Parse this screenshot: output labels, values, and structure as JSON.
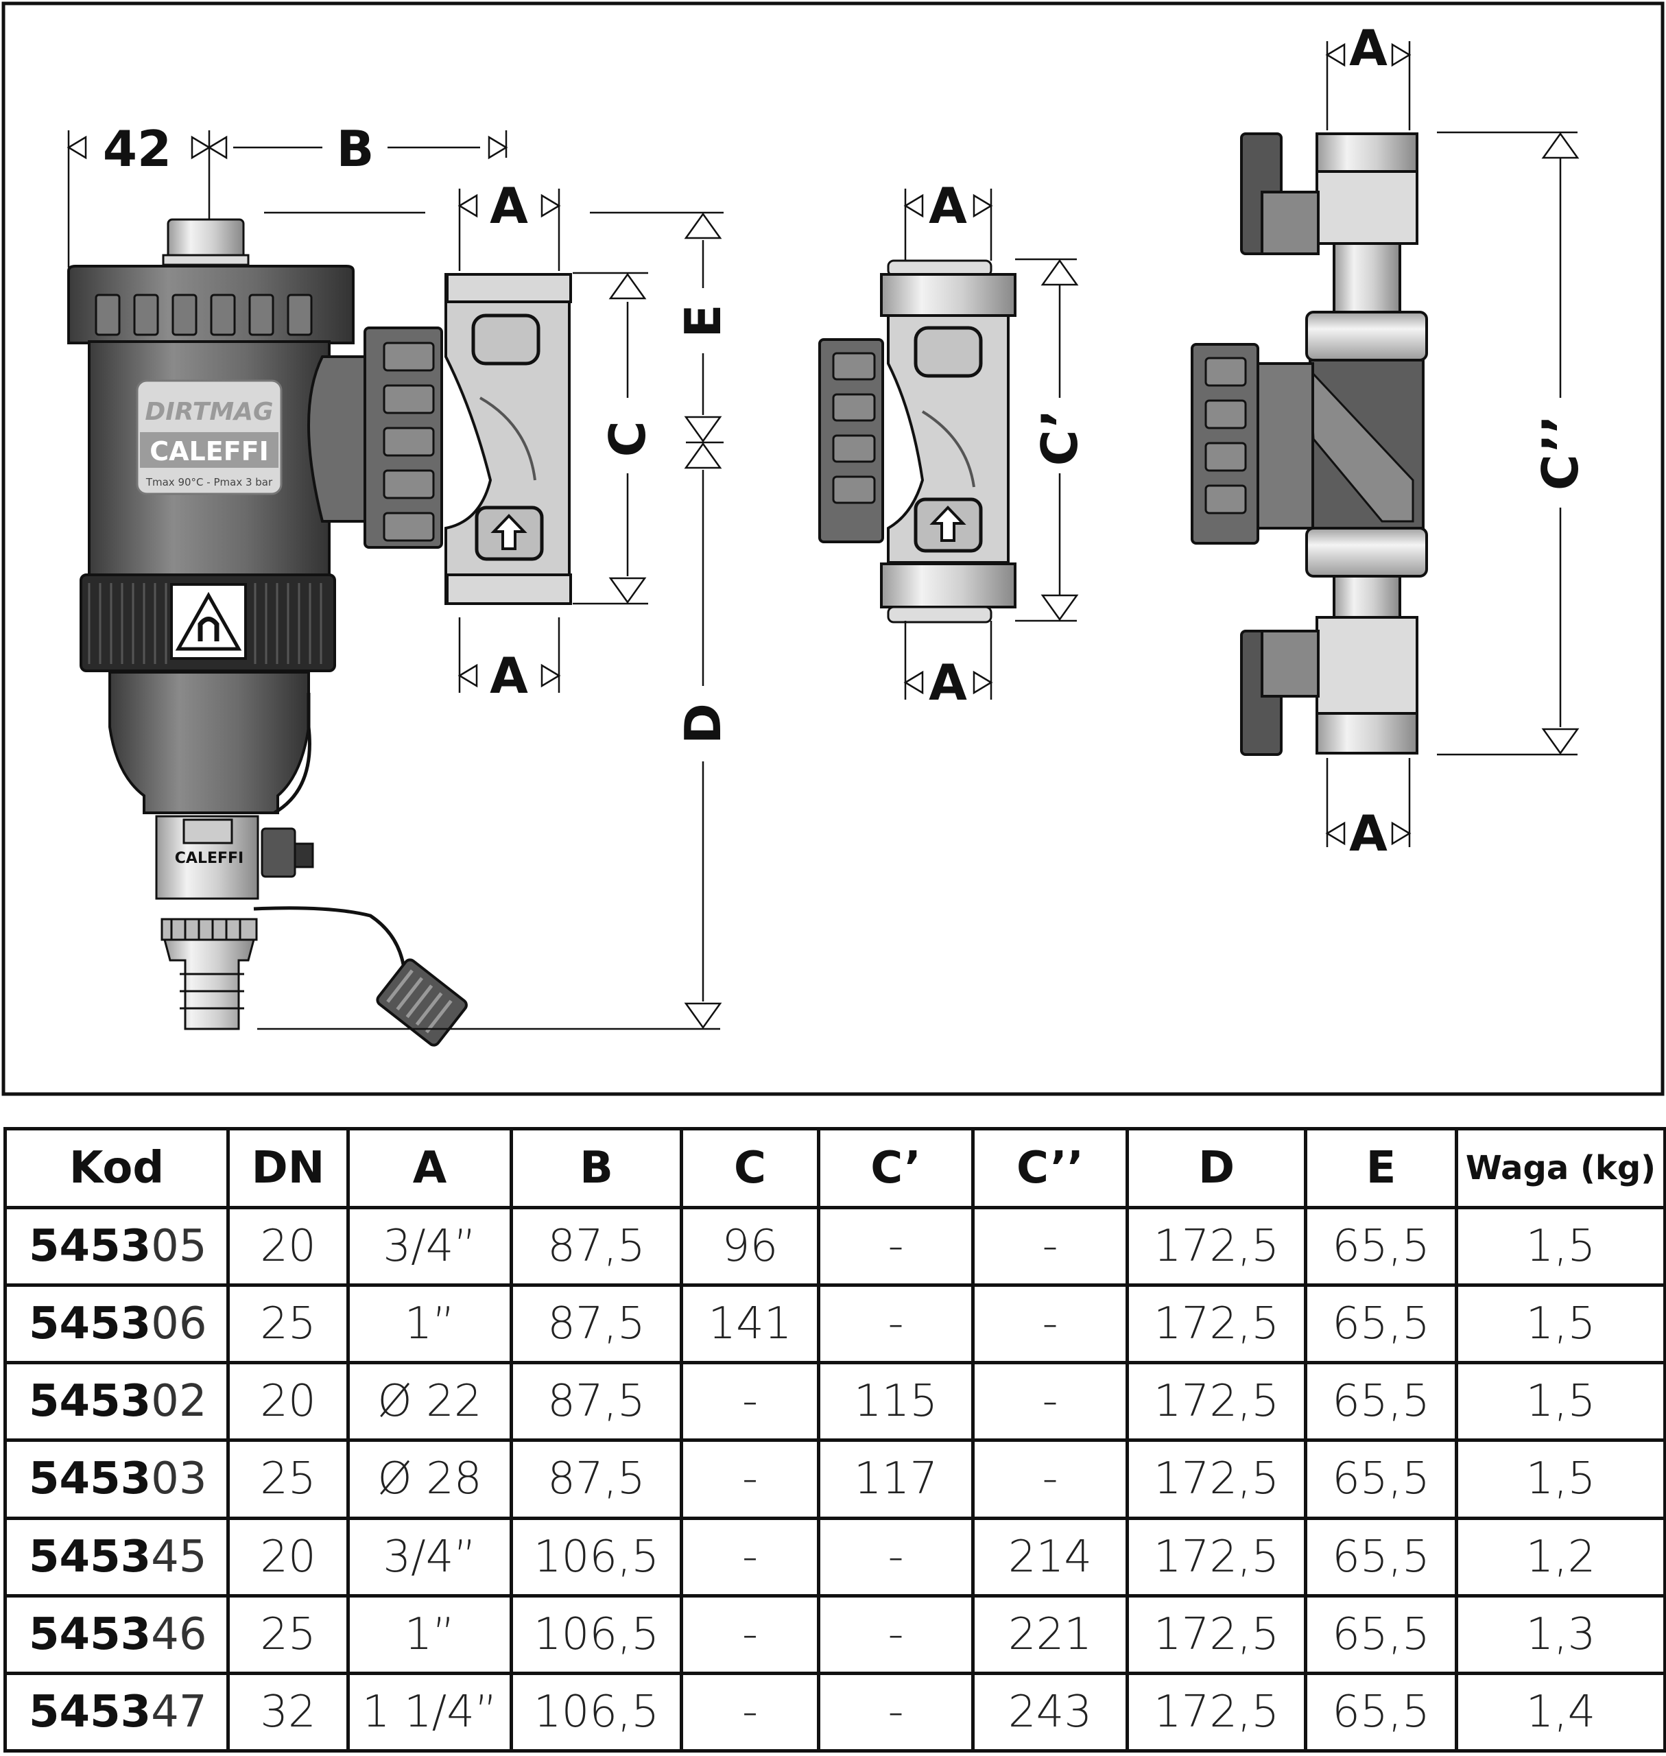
{
  "diagram": {
    "dim_labels": {
      "width_42": "42",
      "b": "B",
      "a": "A",
      "c": "C",
      "c_prime": "C’",
      "c_double": "C’’",
      "d": "D",
      "e": "E"
    },
    "product_label": {
      "line1": "DIRTMAG",
      "line2": "CALEFFI",
      "line3": "Tmax 90°C  -  Pmax 3 bar"
    },
    "valve_label": "CALEFFI"
  },
  "table": {
    "headers": [
      "Kod",
      "DN",
      "A",
      "B",
      "C",
      "C’",
      "C’’",
      "D",
      "E",
      "Waga (kg)"
    ],
    "rows": [
      {
        "code_prefix": "5453",
        "code_suffix": "05",
        "cells": [
          "20",
          "3/4”",
          "87,5",
          "96",
          "-",
          "-",
          "172,5",
          "65,5",
          "1,5"
        ]
      },
      {
        "code_prefix": "5453",
        "code_suffix": "06",
        "cells": [
          "25",
          "1”",
          "87,5",
          "141",
          "-",
          "-",
          "172,5",
          "65,5",
          "1,5"
        ]
      },
      {
        "code_prefix": "5453",
        "code_suffix": "02",
        "cells": [
          "20",
          "Ø 22",
          "87,5",
          "-",
          "115",
          "-",
          "172,5",
          "65,5",
          "1,5"
        ]
      },
      {
        "code_prefix": "5453",
        "code_suffix": "03",
        "cells": [
          "25",
          "Ø 28",
          "87,5",
          "-",
          "117",
          "-",
          "172,5",
          "65,5",
          "1,5"
        ]
      },
      {
        "code_prefix": "5453",
        "code_suffix": "45",
        "cells": [
          "20",
          "3/4”",
          "106,5",
          "-",
          "-",
          "214",
          "172,5",
          "65,5",
          "1,2"
        ]
      },
      {
        "code_prefix": "5453",
        "code_suffix": "46",
        "cells": [
          "25",
          "1”",
          "106,5",
          "-",
          "-",
          "221",
          "172,5",
          "65,5",
          "1,3"
        ]
      },
      {
        "code_prefix": "5453",
        "code_suffix": "47",
        "cells": [
          "32",
          "1 1/4”",
          "106,5",
          "-",
          "-",
          "243",
          "172,5",
          "65,5",
          "1,4"
        ]
      }
    ]
  }
}
